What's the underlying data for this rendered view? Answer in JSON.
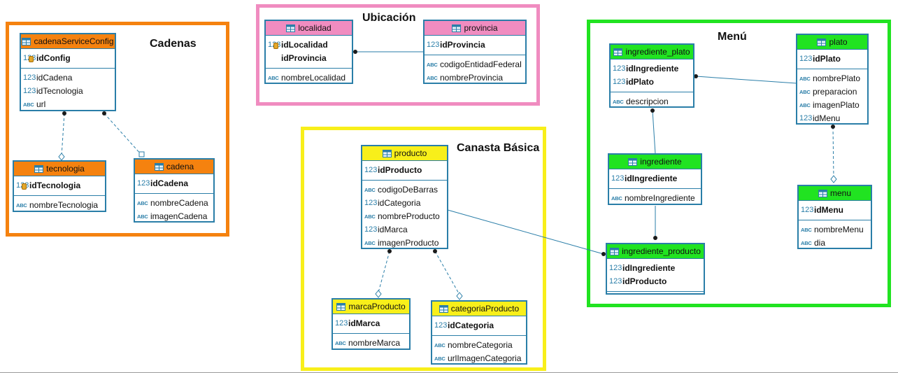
{
  "colors": {
    "cadenas": "#f5820f",
    "ubicacion": "#f08cc0",
    "canasta": "#f8ef1a",
    "menu": "#21e321",
    "entity_border": "#2a7ea8",
    "line": "#2a7ea8"
  },
  "groups": {
    "cadenas": {
      "title": "Cadenas"
    },
    "ubicacion": {
      "title": "Ubicación"
    },
    "canasta": {
      "title": "Canasta Básica"
    },
    "menu": {
      "title": "Menú"
    }
  },
  "icons": {
    "table": "table-icon",
    "numeric_type": "123",
    "text_type": "ABC",
    "key": "key-icon"
  },
  "entities": {
    "cadenaServiceConfig": {
      "name": "cadenaServiceConfig",
      "pk": [
        {
          "type": "123",
          "name": "idConfig",
          "key": true
        }
      ],
      "cols": [
        {
          "type": "123",
          "name": "idCadena"
        },
        {
          "type": "123",
          "name": "idTecnologia"
        },
        {
          "type": "ABC",
          "name": "url"
        }
      ]
    },
    "tecnologia": {
      "name": "tecnologia",
      "pk": [
        {
          "type": "123",
          "name": "idTecnologia",
          "key": true
        }
      ],
      "cols": [
        {
          "type": "ABC",
          "name": "nombreTecnologia"
        }
      ]
    },
    "cadena": {
      "name": "cadena",
      "pk": [
        {
          "type": "123",
          "name": "idCadena"
        }
      ],
      "cols": [
        {
          "type": "ABC",
          "name": "nombreCadena"
        },
        {
          "type": "ABC",
          "name": "imagenCadena"
        }
      ]
    },
    "localidad": {
      "name": "localidad",
      "pk": [
        {
          "type": "123",
          "name": "idLocalidad",
          "key": true
        },
        {
          "type": "",
          "name": "idProvincia"
        }
      ],
      "cols": [
        {
          "type": "ABC",
          "name": "nombreLocalidad"
        }
      ]
    },
    "provincia": {
      "name": "provincia",
      "pk": [
        {
          "type": "123",
          "name": "idProvincia"
        }
      ],
      "cols": [
        {
          "type": "ABC",
          "name": "codigoEntidadFederal"
        },
        {
          "type": "ABC",
          "name": "nombreProvincia"
        }
      ]
    },
    "producto": {
      "name": "producto",
      "pk": [
        {
          "type": "123",
          "name": "idProducto"
        }
      ],
      "cols": [
        {
          "type": "ABC",
          "name": "codigoDeBarras"
        },
        {
          "type": "123",
          "name": "idCategoria"
        },
        {
          "type": "ABC",
          "name": "nombreProducto"
        },
        {
          "type": "123",
          "name": "idMarca"
        },
        {
          "type": "ABC",
          "name": "imagenProducto"
        }
      ]
    },
    "marcaProducto": {
      "name": "marcaProducto",
      "pk": [
        {
          "type": "123",
          "name": "idMarca"
        }
      ],
      "cols": [
        {
          "type": "ABC",
          "name": "nombreMarca"
        }
      ]
    },
    "categoriaProducto": {
      "name": "categoriaProducto",
      "pk": [
        {
          "type": "123",
          "name": "idCategoria"
        }
      ],
      "cols": [
        {
          "type": "ABC",
          "name": "nombreCategoria"
        },
        {
          "type": "ABC",
          "name": "urlImagenCategoria"
        }
      ]
    },
    "ingrediente_plato": {
      "name": "ingrediente_plato",
      "pk": [
        {
          "type": "123",
          "name": "idIngrediente"
        },
        {
          "type": "123",
          "name": "idPlato"
        }
      ],
      "cols": [
        {
          "type": "ABC",
          "name": "descripcion"
        }
      ]
    },
    "plato": {
      "name": "plato",
      "pk": [
        {
          "type": "123",
          "name": "idPlato"
        }
      ],
      "cols": [
        {
          "type": "ABC",
          "name": "nombrePlato"
        },
        {
          "type": "ABC",
          "name": "preparacion"
        },
        {
          "type": "ABC",
          "name": "imagenPlato"
        },
        {
          "type": "123",
          "name": "idMenu"
        }
      ]
    },
    "ingrediente": {
      "name": "ingrediente",
      "pk": [
        {
          "type": "123",
          "name": "idIngrediente"
        }
      ],
      "cols": [
        {
          "type": "ABC",
          "name": "nombreIngrediente"
        }
      ]
    },
    "menu": {
      "name": "menu",
      "pk": [
        {
          "type": "123",
          "name": "idMenu"
        }
      ],
      "cols": [
        {
          "type": "ABC",
          "name": "nombreMenu"
        },
        {
          "type": "ABC",
          "name": "dia"
        }
      ]
    },
    "ingrediente_producto": {
      "name": "ingrediente_producto",
      "pk": [
        {
          "type": "123",
          "name": "idIngrediente"
        },
        {
          "type": "123",
          "name": "idProducto"
        }
      ],
      "cols": []
    }
  },
  "relationships": [
    {
      "from": "cadenaServiceConfig",
      "to": "tecnologia",
      "style": "dashed",
      "end": "diamond"
    },
    {
      "from": "cadenaServiceConfig",
      "to": "cadena",
      "style": "dashed",
      "end": "square"
    },
    {
      "from": "localidad",
      "to": "provincia",
      "style": "solid",
      "end": "none"
    },
    {
      "from": "producto",
      "to": "marcaProducto",
      "style": "dashed",
      "end": "diamond"
    },
    {
      "from": "producto",
      "to": "categoriaProducto",
      "style": "dashed",
      "end": "diamond"
    },
    {
      "from": "producto",
      "to": "ingrediente_producto",
      "style": "solid",
      "end": "none"
    },
    {
      "from": "ingrediente_plato",
      "to": "plato",
      "style": "solid",
      "end": "none"
    },
    {
      "from": "ingrediente_plato",
      "to": "ingrediente",
      "style": "solid",
      "end": "none"
    },
    {
      "from": "ingrediente",
      "to": "ingrediente_producto",
      "style": "solid",
      "end": "none"
    },
    {
      "from": "plato",
      "to": "menu",
      "style": "dashed",
      "end": "diamond"
    }
  ]
}
